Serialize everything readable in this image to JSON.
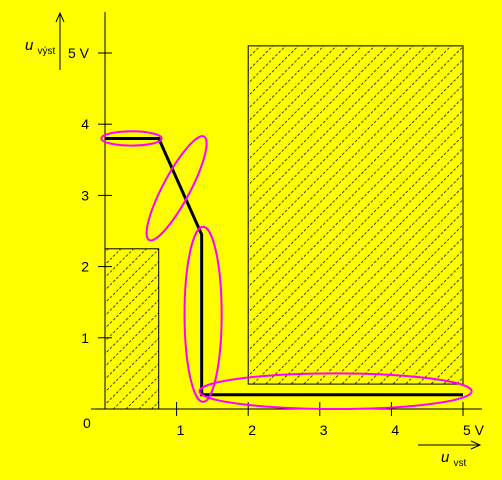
{
  "chart_data": {
    "type": "line",
    "title": "",
    "background": "#ffff00",
    "y_axis": {
      "label_main": "u",
      "label_sub": "výst",
      "ticks": [
        {
          "value": 1,
          "label": "1"
        },
        {
          "value": 2,
          "label": "2"
        },
        {
          "value": 3,
          "label": "3"
        },
        {
          "value": 4,
          "label": "4"
        },
        {
          "value": 5,
          "label": "5 V"
        }
      ],
      "ylim": [
        0,
        5.6
      ]
    },
    "x_axis": {
      "label_main": "u",
      "label_sub": "vst",
      "origin_label": "0",
      "ticks": [
        {
          "value": 1,
          "label": "1"
        },
        {
          "value": 2,
          "label": "2"
        },
        {
          "value": 3,
          "label": "3"
        },
        {
          "value": 4,
          "label": "4"
        },
        {
          "value": 5,
          "label": "5 V"
        }
      ],
      "xlim": [
        0,
        5.4
      ]
    },
    "transfer_curve": {
      "color": "#000000",
      "points": [
        {
          "x": 0.0,
          "y": 3.8
        },
        {
          "x": 0.75,
          "y": 3.8
        },
        {
          "x": 1.35,
          "y": 2.45
        },
        {
          "x": 1.35,
          "y": 0.2
        },
        {
          "x": 5.0,
          "y": 0.2
        }
      ]
    },
    "forbidden_regions": [
      {
        "x0": 0.0,
        "x1": 0.75,
        "y0": 0.0,
        "y1": 2.25
      },
      {
        "x0": 2.0,
        "x1": 5.0,
        "y0": 0.35,
        "y1": 5.1
      }
    ],
    "highlight_color": "#ff00ff",
    "highlight_ellipses": [
      {
        "cx": 0.37,
        "cy": 3.8,
        "rx": 0.42,
        "ry": 0.1,
        "angle": 0
      },
      {
        "cx": 1.0,
        "cy": 3.1,
        "rx": 0.82,
        "ry": 0.19,
        "angle": -62
      },
      {
        "cx": 1.37,
        "cy": 1.33,
        "rx": 1.23,
        "ry": 0.26,
        "angle": -90
      },
      {
        "cx": 3.22,
        "cy": 0.25,
        "rx": 1.9,
        "ry": 0.25,
        "angle": 0
      }
    ]
  }
}
